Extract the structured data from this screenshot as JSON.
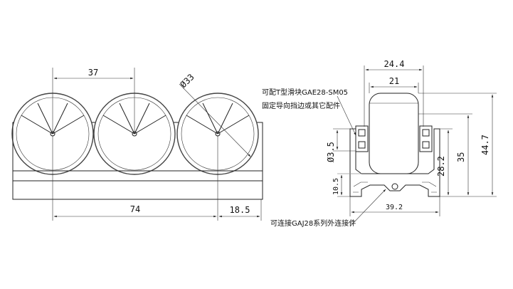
{
  "front_view": {
    "dim_pitch": "37",
    "dim_diameter": "Ø33",
    "dim_length": "74",
    "dim_end": "18.5"
  },
  "section_view": {
    "dim_outer_width": "24.4",
    "dim_inner_width": "21",
    "dim_slot_diameter": "Ø3.5",
    "dim_base_height": "10.5",
    "dim_mid_height": "28.2",
    "dim_wheel_height": "35",
    "dim_total_height": "44.7",
    "dim_profile_width": "39.2",
    "note_slider": "可配T型滑块GAE28-SM05",
    "note_guide": "固定导向挡边或其它配件",
    "note_connector": "可连接GAJ28系列外连接件"
  }
}
